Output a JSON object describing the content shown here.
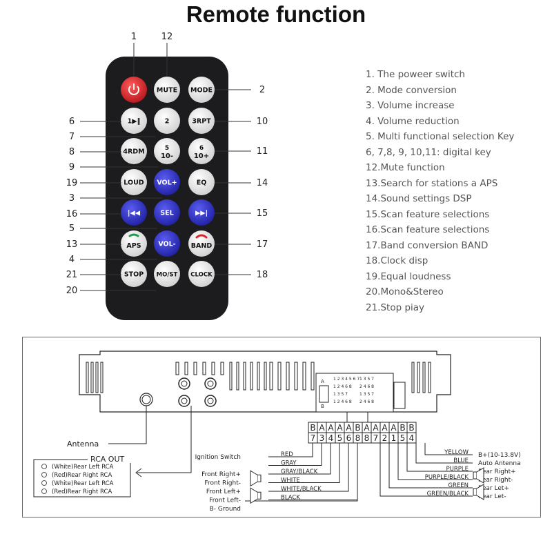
{
  "title": "Remote function",
  "remote": {
    "buttons": [
      {
        "id": "power",
        "label": "",
        "kind": "power",
        "icon": "power-icon"
      },
      {
        "id": "mute",
        "label": "MUTE",
        "kind": "white"
      },
      {
        "id": "mode",
        "label": "MODE",
        "kind": "white"
      },
      {
        "id": "k1",
        "label": "1▶‖",
        "kind": "white"
      },
      {
        "id": "k2",
        "label": "2",
        "kind": "white"
      },
      {
        "id": "k3",
        "label": "3RPT",
        "kind": "white"
      },
      {
        "id": "k4",
        "label": "4RDM",
        "kind": "white"
      },
      {
        "id": "k5a",
        "label": "5",
        "kind": "white"
      },
      {
        "id": "k5b",
        "label": "10-",
        "kind": "white"
      },
      {
        "id": "k6a",
        "label": "6",
        "kind": "white"
      },
      {
        "id": "k6b",
        "label": "10+",
        "kind": "white"
      },
      {
        "id": "loud",
        "label": "LOUD",
        "kind": "white"
      },
      {
        "id": "volup",
        "label": "VOL+",
        "kind": "blue"
      },
      {
        "id": "eq",
        "label": "EQ",
        "kind": "white"
      },
      {
        "id": "prev",
        "label": "|◀◀",
        "kind": "blue"
      },
      {
        "id": "sel",
        "label": "SEL",
        "kind": "blue"
      },
      {
        "id": "next",
        "label": "▶▶|",
        "kind": "blue"
      },
      {
        "id": "aps",
        "label": "APS",
        "kind": "white",
        "icon": "phone-answer-icon"
      },
      {
        "id": "voldn",
        "label": "VOL-",
        "kind": "blue"
      },
      {
        "id": "band",
        "label": "BAND",
        "kind": "white",
        "icon": "phone-hangup-icon"
      },
      {
        "id": "stop",
        "label": "STOP",
        "kind": "white"
      },
      {
        "id": "most",
        "label": "MO/ST",
        "kind": "white"
      },
      {
        "id": "clock",
        "label": "CLOCK",
        "kind": "white"
      }
    ],
    "callouts_left": [
      "1",
      "6",
      "7",
      "8",
      "9",
      "19",
      "3",
      "16",
      "5",
      "13",
      "4",
      "21",
      "20"
    ],
    "callouts_right": [
      "12",
      "2",
      "10",
      "11",
      "14",
      "15",
      "17",
      "18"
    ],
    "colors": {
      "body": "#1c1c1e",
      "white_btn": "#f2f2f2",
      "blue_btn": "#2d2fc8",
      "power_btn": "#d9232a",
      "accent_green": "#1a9e4a",
      "accent_red": "#d9232a"
    }
  },
  "functions": [
    "1. The poweer switch",
    "2. Mode conversion",
    "3. Volume increase",
    "4. Volume reduction",
    "5. Multi functional selection Key",
    "6, 7,8, 9, 10,11: digital key",
    "12.Mute function",
    "13.Search for stations a APS",
    "14.Sound settings DSP",
    "15.Scan feature selections",
    "16.Scan feature selections",
    "17.Band conversion BAND",
    "18.Clock disp",
    "19.Equal loudness",
    "20.Mono&Stereo",
    "21.Stop piay"
  ],
  "wiring": {
    "antenna_label": "Antenna",
    "rca_title": "RCA OUT",
    "rca_items": [
      "(White)Rear Left RCA",
      "(Red)Rear Right RCA",
      "(White)Rear Left RCA",
      "(Red)Rear Right RCA"
    ],
    "connector_ab": [
      "B",
      "A",
      "A",
      "A",
      "A",
      "B",
      "A",
      "A",
      "A",
      "A",
      "B",
      "B"
    ],
    "pin_numbers": [
      "7",
      "3",
      "4",
      "5",
      "6",
      "8",
      "8",
      "7",
      "2",
      "1",
      "5",
      "4"
    ],
    "connector_marks": {
      "a_label": "A",
      "b_label": "B",
      "a_rows": [
        "1 2 3 4 5 6 7",
        "1 2 4 6 8",
        "1 3 5 7",
        "1 2 4 6 8"
      ],
      "b_rows": [
        "1 3 5 7",
        "2 4 6 8",
        "1 3 5 7",
        "2 4 6 8"
      ]
    },
    "left_wires": [
      {
        "label": "Ignition Switch",
        "wire": "RED"
      },
      {
        "label": "",
        "wire": "GRAY"
      },
      {
        "label": "Front Right+",
        "wire": "GRAY/BLACK"
      },
      {
        "label": "Front Right-",
        "wire": "WHITE"
      },
      {
        "label": "Front Left+",
        "wire": "WHITE/BLACK"
      },
      {
        "label": "Front Left-",
        "wire": "BLACK"
      },
      {
        "label": "B- Ground",
        "wire": ""
      }
    ],
    "right_wires": [
      {
        "label": "B+(10-13.8V)",
        "wire": "YELLOW"
      },
      {
        "label": "Auto Antenna",
        "wire": "BLUE"
      },
      {
        "label": "Rear Right+",
        "wire": "PURPLE"
      },
      {
        "label": "Rear Right-",
        "wire": "PURPLE/BLACK"
      },
      {
        "label": "Rear Let+",
        "wire": "GREEN"
      },
      {
        "label": "Rear Let-",
        "wire": "GREEN/BLACK"
      }
    ]
  }
}
